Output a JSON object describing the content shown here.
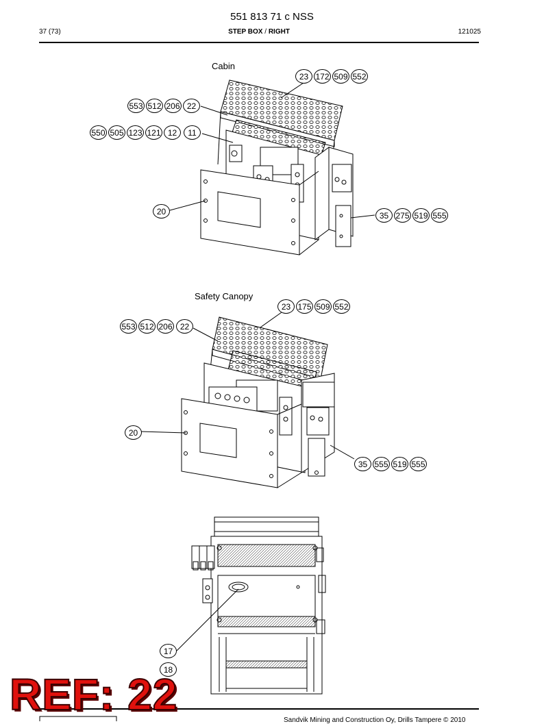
{
  "header": {
    "title": "551 813 71 c NSS",
    "page": "37 (73)",
    "section_main": "STEP BOX",
    "section_sep": " / ",
    "section_side": "RIGHT",
    "code": "121025"
  },
  "views": [
    {
      "label": "Cabin",
      "groups": [
        [
          "23",
          "172",
          "509",
          "552"
        ],
        [
          "553",
          "512",
          "206",
          "22"
        ],
        [
          "550",
          "505",
          "123",
          "121",
          "12",
          "11"
        ],
        [
          "20"
        ],
        [
          "35",
          "275",
          "519",
          "555"
        ]
      ]
    },
    {
      "label": "Safety Canopy",
      "groups": [
        [
          "23",
          "175",
          "509",
          "552"
        ],
        [
          "553",
          "512",
          "206",
          "22"
        ],
        [
          "20"
        ],
        [
          "35",
          "555",
          "519",
          "555"
        ]
      ]
    },
    {
      "label": "",
      "groups": [
        [
          "17"
        ],
        [
          "18"
        ]
      ]
    }
  ],
  "stamp": "REF: 22",
  "footer": "Sandvik Mining and Construction Oy, Drills Tampere © 2010"
}
